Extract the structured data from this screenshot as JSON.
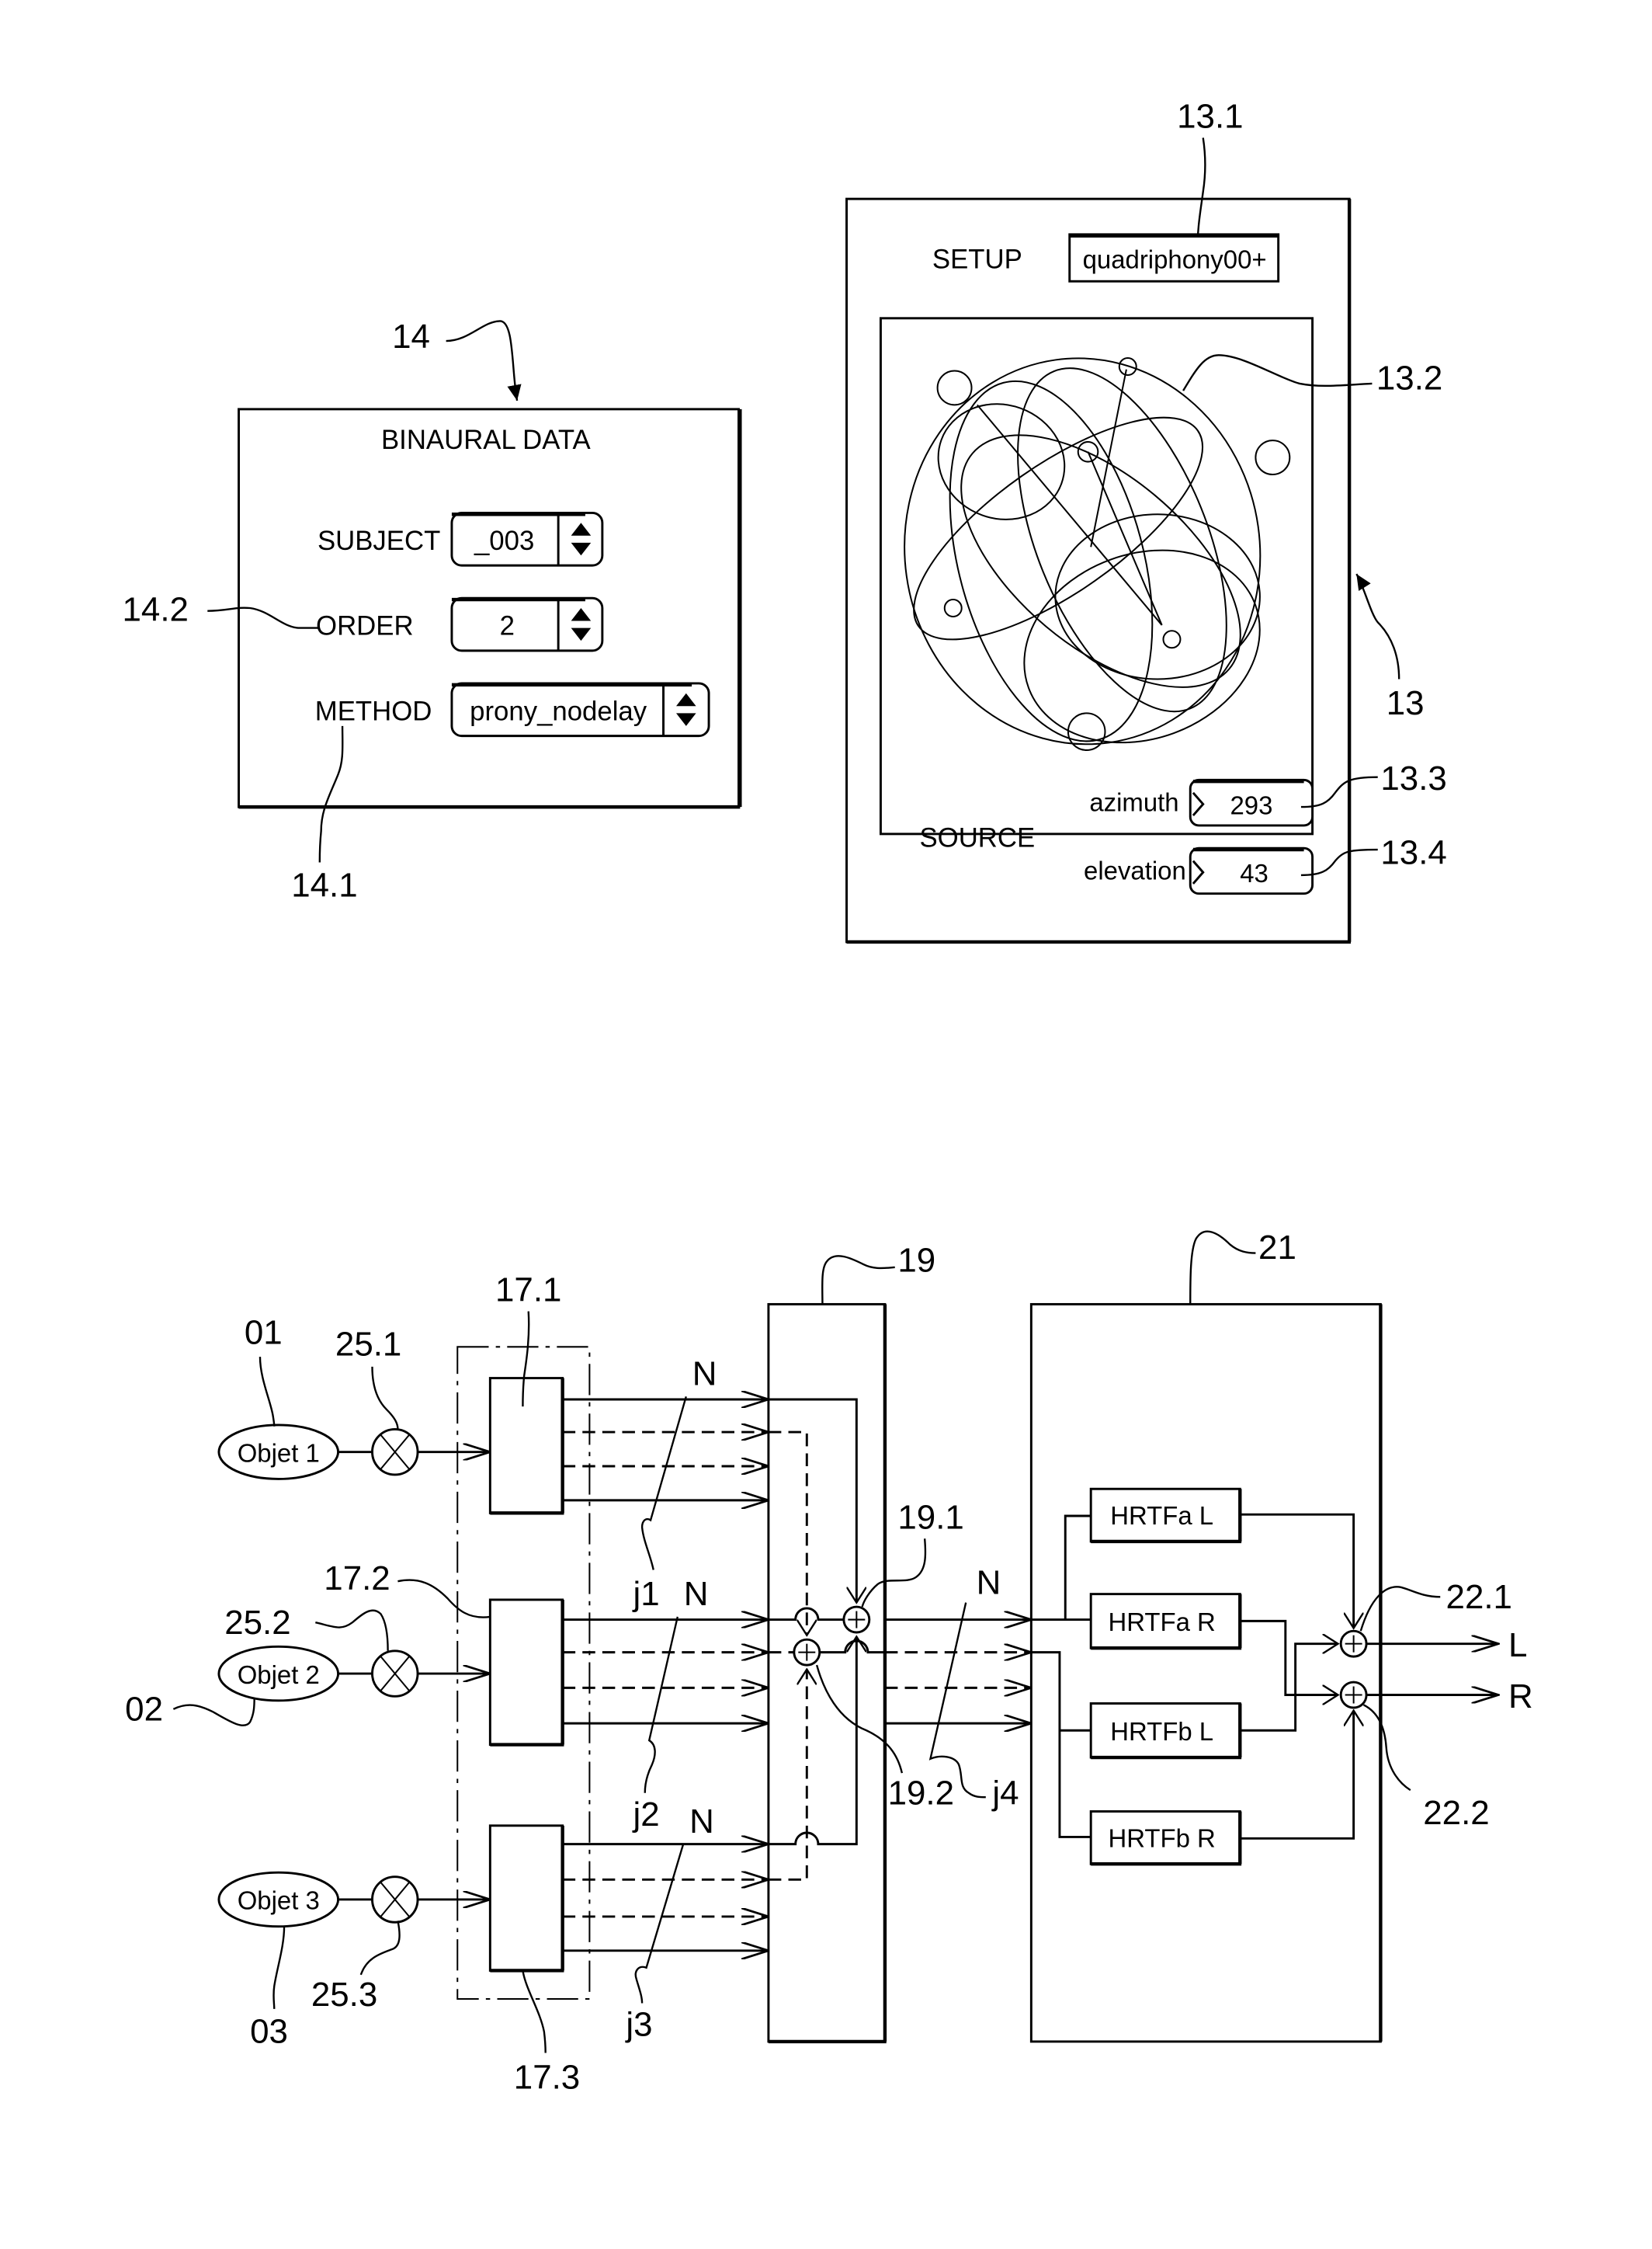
{
  "figure": {
    "top": {
      "binaural_panel": {
        "ref": "14",
        "title": "BINAURAL DATA",
        "subject": {
          "label": "SUBJECT",
          "value": "_003"
        },
        "order": {
          "label": "ORDER",
          "value": "2",
          "ref": "14.2"
        },
        "method": {
          "label": "METHOD",
          "value": "prony_nodelay",
          "ref": "14.1"
        }
      },
      "spatial_panel": {
        "ref": "13",
        "setup": {
          "label": "SETUP",
          "value": "quadriphony00+",
          "ref": "13.1"
        },
        "sphere": {
          "ref": "13.2",
          "icon": "sphere-speaker-layout"
        },
        "source": {
          "label": "SOURCE",
          "azimuth": {
            "label": "azimuth",
            "value": "293",
            "ref": "13.3"
          },
          "elevation": {
            "label": "elevation",
            "value": "43",
            "ref": "13.4"
          }
        }
      }
    },
    "bottom": {
      "objects": [
        {
          "label": "Objet 1",
          "ref": "01",
          "gain_ref": "25.1",
          "encoder_ref": "17.1",
          "bus_label": "N",
          "bus_ref": "j1"
        },
        {
          "label": "Objet 2",
          "ref": "02",
          "gain_ref": "25.2",
          "encoder_ref": "17.2",
          "bus_label": "N",
          "bus_ref": "j2"
        },
        {
          "label": "Objet 3",
          "ref": "03",
          "gain_ref": "25.3",
          "encoder_ref": "17.3",
          "bus_label": "N",
          "bus_ref": "j3"
        }
      ],
      "mixer": {
        "ref": "19",
        "summer1_ref": "19.1",
        "summer2_ref": "19.2",
        "bus_label": "N",
        "bus_ref": "j4"
      },
      "decoder": {
        "ref": "21",
        "filters": [
          "HRTFa L",
          "HRTFa R",
          "HRTFb L",
          "HRTFb R"
        ],
        "summer1_ref": "22.1",
        "summer2_ref": "22.2",
        "outputs": [
          "L",
          "R"
        ]
      }
    }
  }
}
